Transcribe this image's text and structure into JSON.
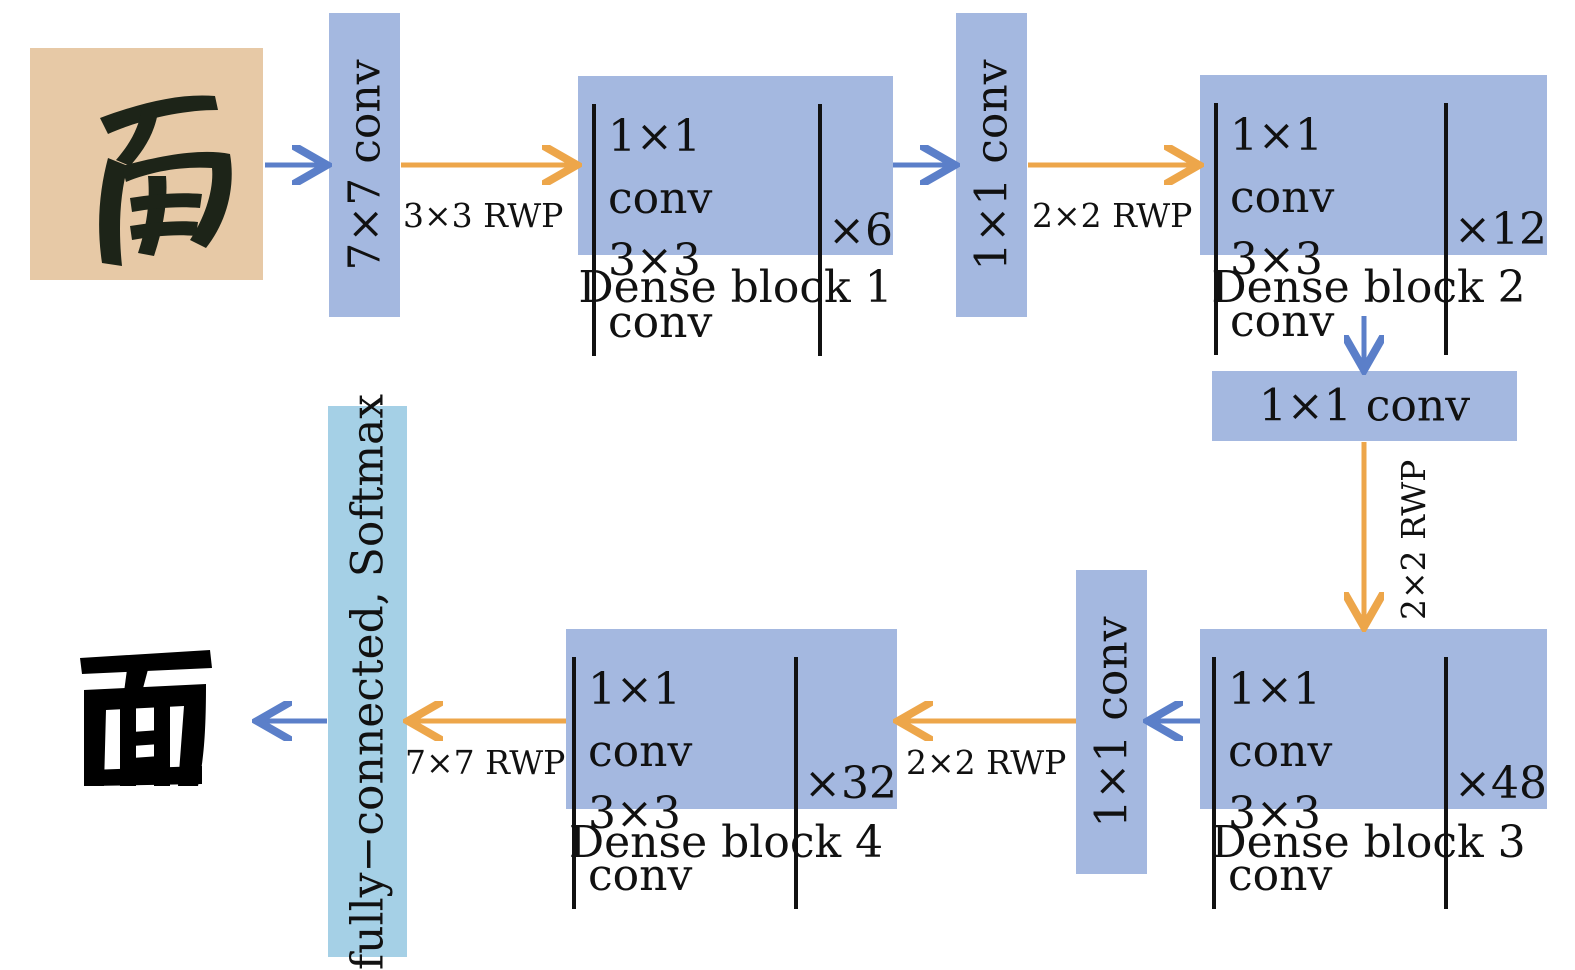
{
  "input": {
    "glyph_icon": "calligraphy-character-mian-icon"
  },
  "output": {
    "glyph_icon": "printed-character-mian-icon"
  },
  "layers": {
    "conv7": "7×7 conv",
    "trans1": "1×1 conv",
    "trans2": "1×1 conv",
    "trans3": "1×1 conv",
    "classifier": "fully−connected, Softmax"
  },
  "pools": {
    "p1": "3×3 RWP",
    "p2": "2×2 RWP",
    "p3": "2×2 RWP",
    "p4": "2×2 RWP",
    "p5": "7×7 RWP"
  },
  "dense_blocks": [
    {
      "line1": "1×1 conv",
      "line2": "3×3 conv",
      "repeat": "×6",
      "caption": "Dense block 1"
    },
    {
      "line1": "1×1 conv",
      "line2": "3×3 conv",
      "repeat": "×12",
      "caption": "Dense block 2"
    },
    {
      "line1": "1×1 conv",
      "line2": "3×3 conv",
      "repeat": "×48",
      "caption": "Dense block 3"
    },
    {
      "line1": "1×1 conv",
      "line2": "3×3 conv",
      "repeat": "×32",
      "caption": "Dense block 4"
    }
  ],
  "colors": {
    "box": "#a4b8e0",
    "classifier_box": "#a5d0e6",
    "blue_arrow": "#5b7fc9",
    "orange_arrow": "#eda64a"
  }
}
